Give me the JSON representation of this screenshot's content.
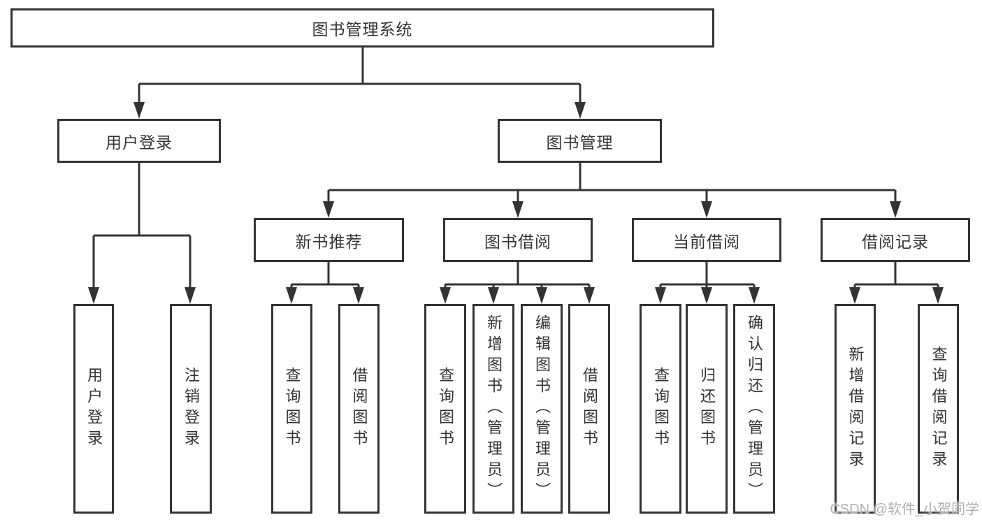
{
  "diagram": {
    "root": {
      "label": "图书管理系统"
    },
    "login": {
      "label": "用户登录",
      "children": [
        "用户登录",
        "注销登录"
      ]
    },
    "manage": {
      "label": "图书管理",
      "groups": [
        {
          "label": "新书推荐",
          "children": [
            "查询图书",
            "借阅图书"
          ]
        },
        {
          "label": "图书借阅",
          "children": [
            "查询图书",
            "新增图书（管理员）",
            "编辑图书（管理员）",
            "借阅图书"
          ]
        },
        {
          "label": "当前借阅",
          "children": [
            "查询图书",
            "归还图书",
            "确认归还（管理员）"
          ]
        },
        {
          "label": "借阅记录",
          "children": [
            "新增借阅记录",
            "查询借阅记录"
          ]
        }
      ]
    },
    "watermark": "CSDN @软件_小贺同学",
    "colors": {
      "line": "#333333",
      "text": "#333333",
      "background": "#ffffff",
      "watermark": "#b0b0b0"
    }
  }
}
